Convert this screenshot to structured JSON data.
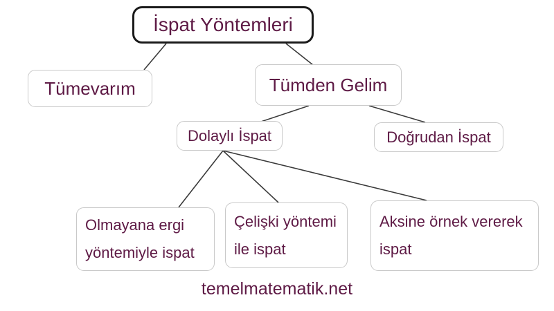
{
  "diagram_title": "İspat Yöntemleri",
  "nodes": {
    "root": {
      "label": "İspat Yöntemleri"
    },
    "tumevarim": {
      "label": "Tümevarım"
    },
    "tumden_gelim": {
      "label": "Tümden Gelim"
    },
    "dolayli_ispat": {
      "label": "Dolaylı İspat"
    },
    "dogrudan_ispat": {
      "label": "Doğrudan İspat"
    },
    "olmayana_ergi": {
      "line1": "Olmayana ergi",
      "line2": "yöntemiyle ispat"
    },
    "celiski": {
      "line1": "Çelişki yöntemi",
      "line2": "ile ispat"
    },
    "aksine_ornek": {
      "line1": "Aksine örnek vererek",
      "line2": "ispat"
    }
  },
  "edges": [
    "İspat Yöntemleri → Tümevarım",
    "İspat Yöntemleri → Tümden Gelim",
    "Tümden Gelim → Dolaylı İspat",
    "Tümden Gelim → Doğrudan İspat",
    "Dolaylı İspat → Olmayana ergi yöntemiyle ispat",
    "Dolaylı İspat → Çelişki yöntemi ile ispat",
    "Dolaylı İspat → Aksine örnek vererek ispat"
  ],
  "watermark": "temelmatematik.net",
  "colors": {
    "text": "#5e1a45",
    "root_border": "#1a1a1a",
    "node_border": "#c9c9c9",
    "line": "#3a3a3a",
    "bg": "#ffffff"
  }
}
